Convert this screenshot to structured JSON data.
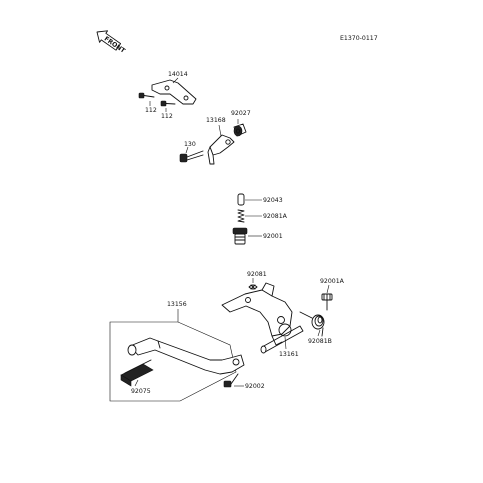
{
  "diagram": {
    "ref_code": "E1370-0117",
    "front_label": "FRONT",
    "parts": {
      "p14014": "14014",
      "p112a": "112",
      "p112b": "112",
      "p92027": "92027",
      "p13168": "13168",
      "p130": "130",
      "p92043": "92043",
      "p92081A": "92081A",
      "p92001": "92001",
      "p92081": "92081",
      "p92001A": "92001A",
      "p13156": "13156",
      "p13161": "13161",
      "p92081B": "92081B",
      "p92075": "92075",
      "p92002": "92002"
    }
  }
}
